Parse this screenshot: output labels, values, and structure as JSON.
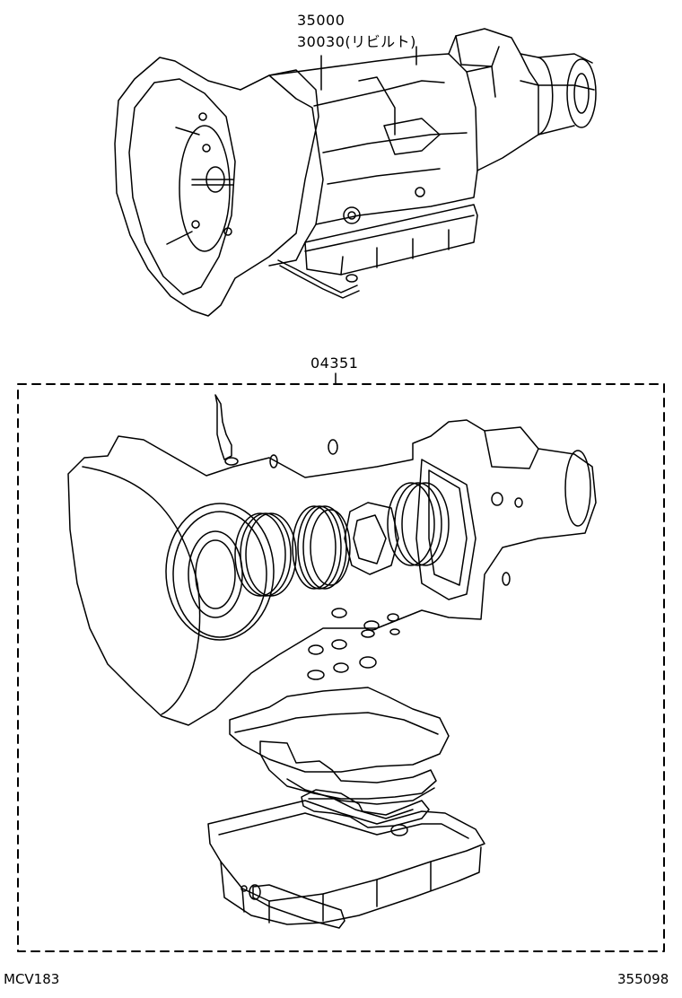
{
  "diagram": {
    "parts": [
      {
        "part_number": "35000"
      },
      {
        "part_number": "30030",
        "note": "(リビルト)"
      },
      {
        "part_number": "04351"
      }
    ],
    "model_code": "MCV183",
    "illustration_code": "355098",
    "colors": {
      "line": "#000000",
      "background": "#ffffff"
    }
  }
}
